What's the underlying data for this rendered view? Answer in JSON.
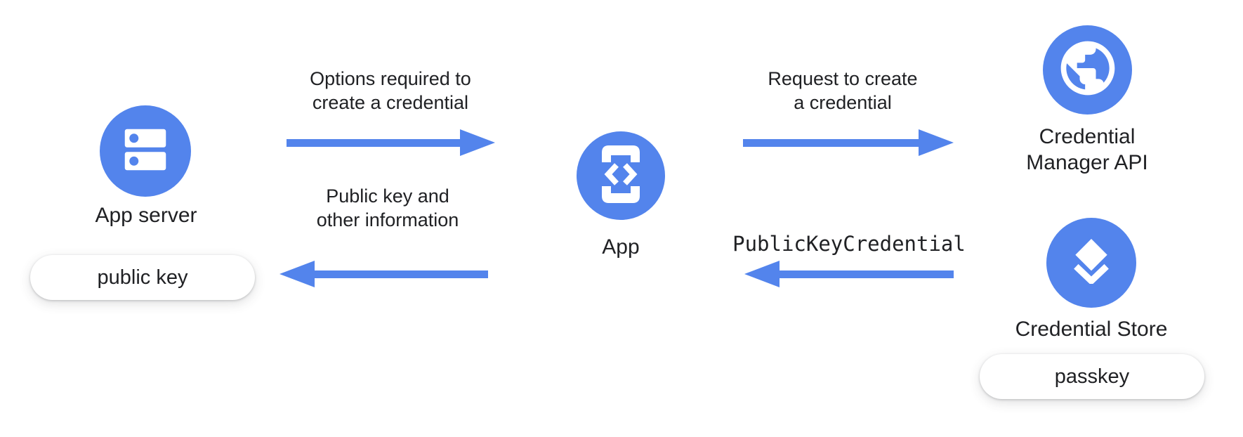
{
  "canvas": {
    "background_color": "#ffffff",
    "accent_blue": "#5384EC",
    "text_color": "#202124"
  },
  "nodes": {
    "app_server": {
      "label": "App server",
      "icon": "server-icon",
      "artifact": "public key"
    },
    "app": {
      "label": "App",
      "icon": "phone-code-icon"
    },
    "credential_manager_api": {
      "line1": "Credential",
      "line2": "Manager API",
      "icon": "globe-icon"
    },
    "credential_store": {
      "label": "Credential Store",
      "icon": "layers-icon",
      "artifact": "passkey"
    }
  },
  "flows": {
    "options": {
      "line1": "Options required to",
      "line2": "create a credential",
      "direction": "right"
    },
    "request": {
      "line1": "Request to create",
      "line2": "a credential",
      "direction": "right"
    },
    "public_key_info": {
      "line1": "Public key and",
      "line2": "other information",
      "direction": "left"
    },
    "public_key_credential": {
      "label": "PublicKeyCredential",
      "direction": "left"
    }
  }
}
